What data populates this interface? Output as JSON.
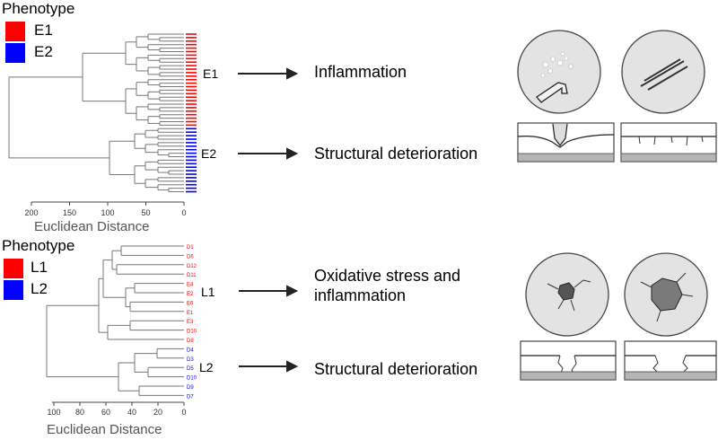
{
  "colors": {
    "e1": "#ff0000",
    "e2": "#0000ff",
    "l1": "#ff0000",
    "l2": "#0000ff"
  },
  "top": {
    "legend_title": "Phenotype",
    "legend": [
      {
        "label": "E1",
        "color": "#ff0000"
      },
      {
        "label": "E2",
        "color": "#0000ff"
      }
    ],
    "axis_label": "Euclidean Distance",
    "ticks": [
      "200",
      "150",
      "100",
      "50",
      "0"
    ],
    "clusters": [
      "E1",
      "E2"
    ],
    "outcomes": [
      "Inflammation",
      "Structural deterioration"
    ]
  },
  "bottom": {
    "legend_title": "Phenotype",
    "legend": [
      {
        "label": "L1",
        "color": "#ff0000"
      },
      {
        "label": "L2",
        "color": "#0000ff"
      }
    ],
    "axis_label": "Euclidean Distance",
    "ticks": [
      "100",
      "80",
      "60",
      "40",
      "20",
      "0"
    ],
    "clusters": [
      "L1",
      "L2"
    ],
    "outcomes": [
      "Oxidative stress and\ninflammation",
      "Structural deterioration"
    ],
    "leaves": [
      "D1",
      "D6",
      "D12",
      "D11",
      "E4",
      "E2",
      "E6",
      "E1",
      "E3",
      "D10",
      "D8",
      "D4",
      "D3",
      "D5",
      "D10",
      "D9",
      "D7"
    ]
  }
}
